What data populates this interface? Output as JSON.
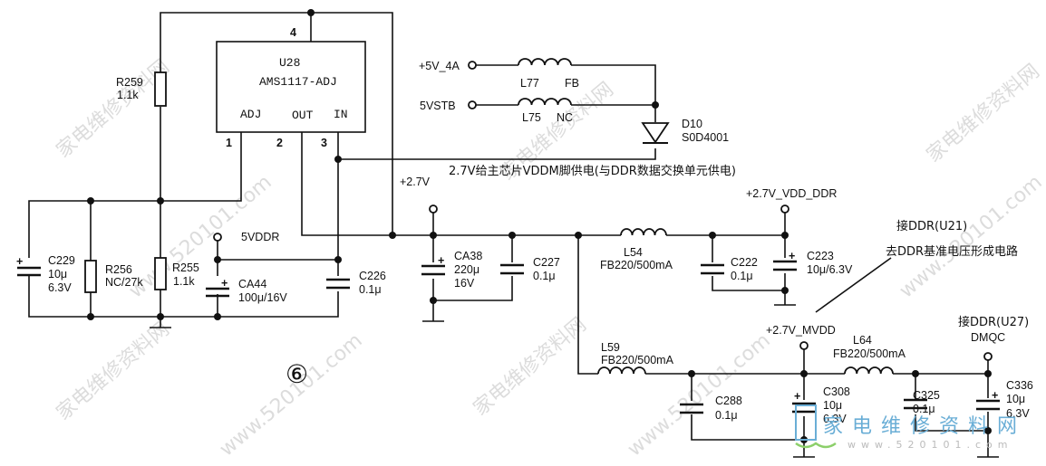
{
  "diagram": {
    "sheet_marker": "⑥",
    "regulator": {
      "ref": "U28",
      "part": "AMS1117-ADJ",
      "pin_adj": "ADJ",
      "pin_out": "OUT",
      "pin_in": "IN",
      "pin1": "1",
      "pin2": "2",
      "pin3": "3",
      "pin4": "4"
    },
    "components": {
      "R259": {
        "ref": "R259",
        "value": "1.1k"
      },
      "R256": {
        "ref": "R256",
        "value": "NC/27k"
      },
      "R255": {
        "ref": "R255",
        "value": "1.1k"
      },
      "C229": {
        "ref": "C229",
        "value": "10μ",
        "rating": "6.3V"
      },
      "CA44": {
        "ref": "CA44",
        "value": "100μ/16V"
      },
      "C226": {
        "ref": "C226",
        "value": "0.1μ"
      },
      "CA38": {
        "ref": "CA38",
        "value": "220μ",
        "rating": "16V"
      },
      "C227": {
        "ref": "C227",
        "value": "0.1μ"
      },
      "L54": {
        "ref": "L54",
        "value": "FB220/500mA"
      },
      "C222": {
        "ref": "C222",
        "value": "0.1μ"
      },
      "C223": {
        "ref": "C223",
        "value": "10μ/6.3V"
      },
      "L59": {
        "ref": "L59",
        "value": "FB220/500mA"
      },
      "C288": {
        "ref": "C288",
        "value": "0.1μ"
      },
      "C308": {
        "ref": "C308",
        "value": "10μ",
        "rating": "6.3V"
      },
      "L64": {
        "ref": "L64",
        "value": "FB220/500mA"
      },
      "C325": {
        "ref": "C325",
        "value": "0.1μ"
      },
      "C336": {
        "ref": "C336",
        "value": "10μ",
        "rating": "6.3V"
      },
      "L77": {
        "ref": "L77",
        "value": "FB"
      },
      "L75": {
        "ref": "L75",
        "value": "NC"
      },
      "D10": {
        "ref": "D10",
        "value": "S0D4001"
      }
    },
    "nets": {
      "v5_4a": "+5V_4A",
      "v5stb": "5VSTB",
      "v5ddr": "5VDDR",
      "v27": "+2.7V",
      "v27_vdd_ddr": "+2.7V_VDD_DDR",
      "v27_mvdd": "+2.7V_MVDD"
    },
    "annotations": {
      "vddm_note": "2.7V给主芯片VDDM脚供电(与DDR数据交换单元供电)",
      "ddr_u21": "接DDR(U21)",
      "ddr_ref": "去DDR基准电压形成电路",
      "ddr_u27": "接DDR(U27)",
      "dmqc": "DMQC"
    },
    "watermark": {
      "cn": "家电维修资料网",
      "url": "www.520101.com",
      "logo_cn": "家电维修资料网",
      "logo_url": "www.520101.com"
    }
  }
}
